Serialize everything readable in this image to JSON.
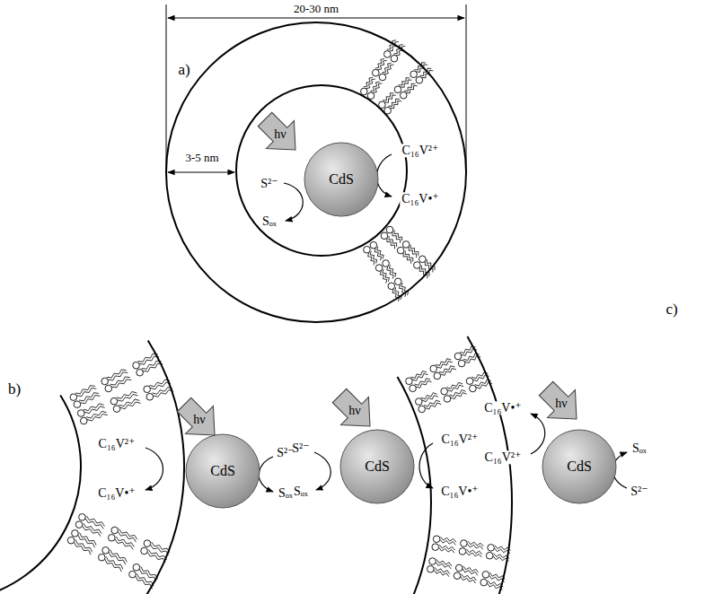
{
  "diagram": {
    "nodes": [
      {
        "text": [
          "CdS"
        ]
      },
      {
        "text": [
          "hν"
        ]
      },
      {
        "text": [
          "CdS"
        ]
      },
      {
        "text": [
          "hν"
        ]
      },
      {
        "text": [
          "CdS"
        ]
      },
      {
        "text": [
          "hν"
        ]
      },
      {
        "text": [
          "CdS"
        ]
      },
      {
        "text": [
          "hν"
        ]
      }
    ],
    "labels": [
      "20-30 nm",
      "a)",
      "3-5 nm",
      "S²⁻",
      "Sₒₓ",
      "C₁₆V²⁺",
      "C₁₆V•⁺",
      "b)",
      "C₁₆V²⁺",
      "C₁₆V•⁺",
      "S²⁻",
      "Sₒₓ",
      "c)",
      "S²⁻",
      "Sₒₓ",
      "C₁₆V²⁺",
      "C₁₆V•⁺",
      "C₁₆V•⁺",
      "C₁₆V²⁺",
      "Sₒₓ",
      "S²⁻"
    ]
  }
}
